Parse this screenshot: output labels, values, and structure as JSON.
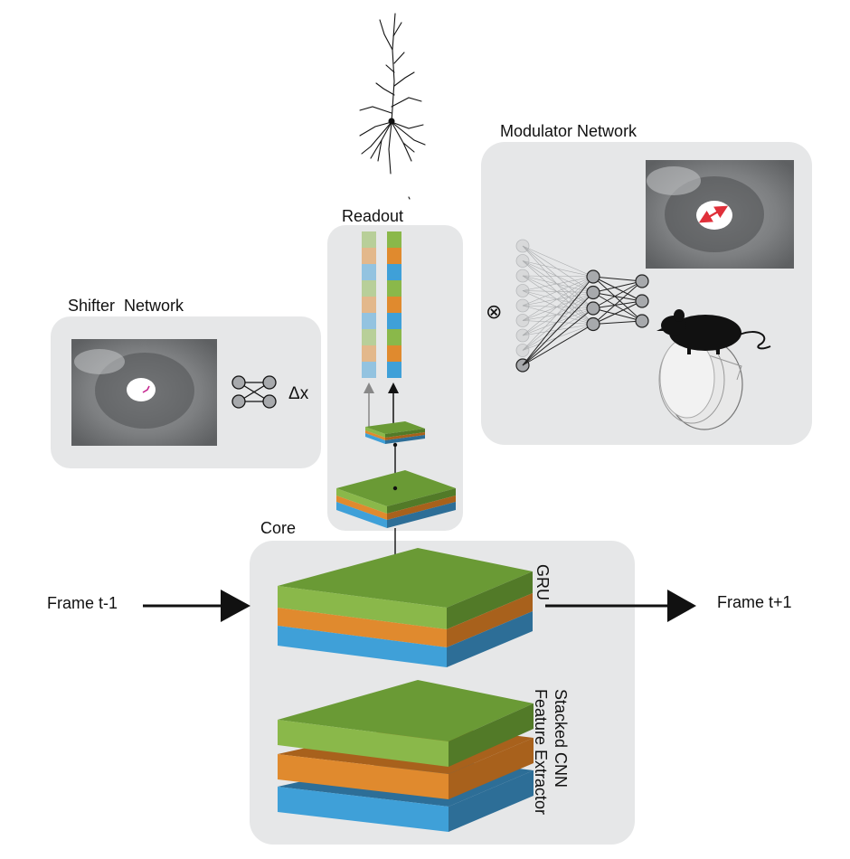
{
  "labels": {
    "modulator": "Modulator Network",
    "readout": "Readout",
    "shifter": "Shifter  Network",
    "delta": "Δx",
    "core": "Core",
    "gru": "GRU",
    "cnn_line1": "Stacked CNN",
    "cnn_line2": "Feature Extractor",
    "frame_in": "Frame t-1",
    "frame_out": "Frame t+1",
    "multiply": "⊗"
  },
  "colors": {
    "panel": "#e6e7e8",
    "green": "#8ab84a",
    "green_top": "#6a9a35",
    "green_side": "#527a28",
    "orange": "#e08a2e",
    "orange_side": "#a8611c",
    "blue": "#3fa0d8",
    "blue_side": "#2d6e97",
    "node": "#a7a9ac",
    "node_faint": "#d8d9da",
    "arrow": "#111111",
    "pupil_arrow": "#e0303a"
  },
  "icons": [
    "neuron-icon",
    "eye-image",
    "mouse-icon",
    "treadmill-icon"
  ]
}
